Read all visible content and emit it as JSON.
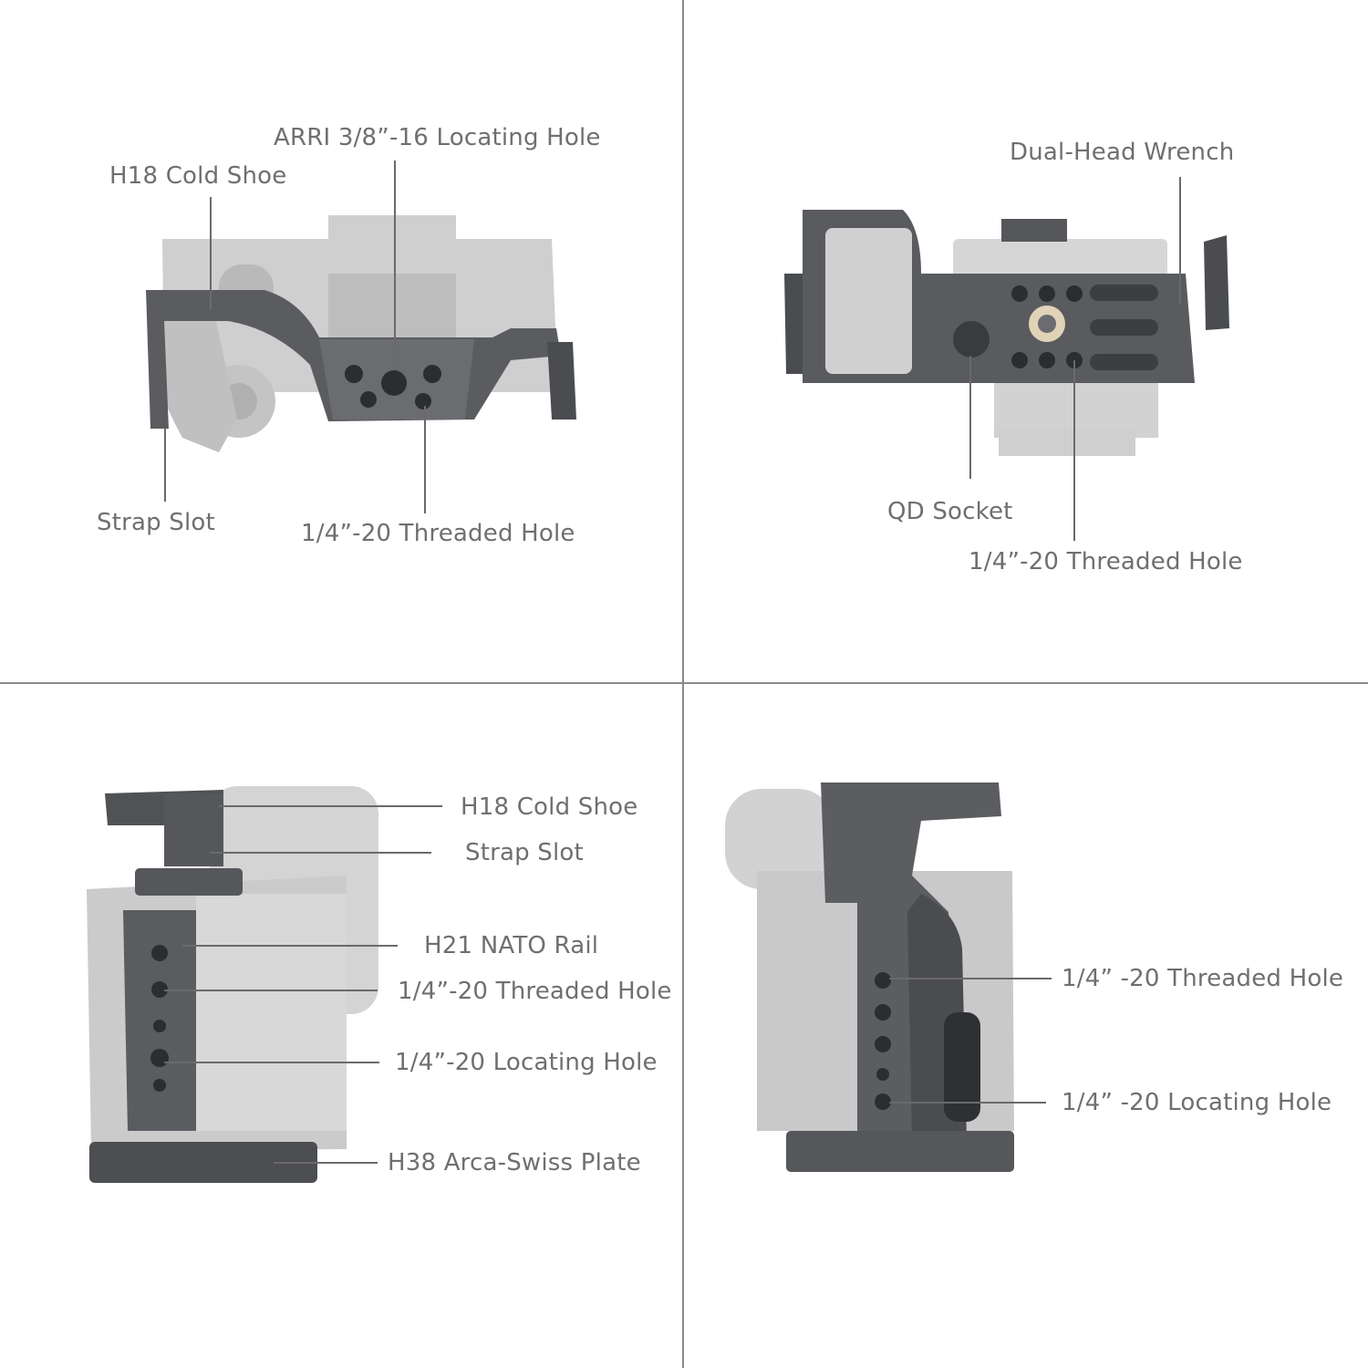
{
  "colors": {
    "background": "#ffffff",
    "divider": "#8a8a8a",
    "label_text": "#6f6f6f",
    "leader_line": "#6a6a6a",
    "cage_metal": "#5a5c60",
    "camera_ghost": "#c8c8c8"
  },
  "panels": {
    "top_left": {
      "view": "top view of camera cage",
      "labels": {
        "arri_hole": "ARRI 3/8”-16 Locating Hole",
        "cold_shoe": "H18 Cold Shoe",
        "strap_slot": "Strap Slot",
        "threaded_hole": "1/4”-20 Threaded Hole"
      }
    },
    "top_right": {
      "view": "bottom view of camera cage",
      "labels": {
        "wrench": "Dual-Head Wrench",
        "qd_socket": "QD Socket",
        "threaded_hole": "1/4”-20 Threaded Hole"
      }
    },
    "bottom_left": {
      "view": "side view of camera cage",
      "labels": {
        "cold_shoe": "H18 Cold Shoe",
        "strap_slot": "Strap Slot",
        "nato_rail": "H21 NATO Rail",
        "threaded_hole": "1/4”-20 Threaded Hole",
        "locating_hole": "1/4”-20 Locating Hole",
        "arca_plate": "H38 Arca-Swiss Plate"
      }
    },
    "bottom_right": {
      "view": "grip-side view of camera cage",
      "labels": {
        "threaded_hole": "1/4”   -20 Threaded Hole",
        "locating_hole": "1/4”   -20 Locating Hole"
      }
    }
  }
}
